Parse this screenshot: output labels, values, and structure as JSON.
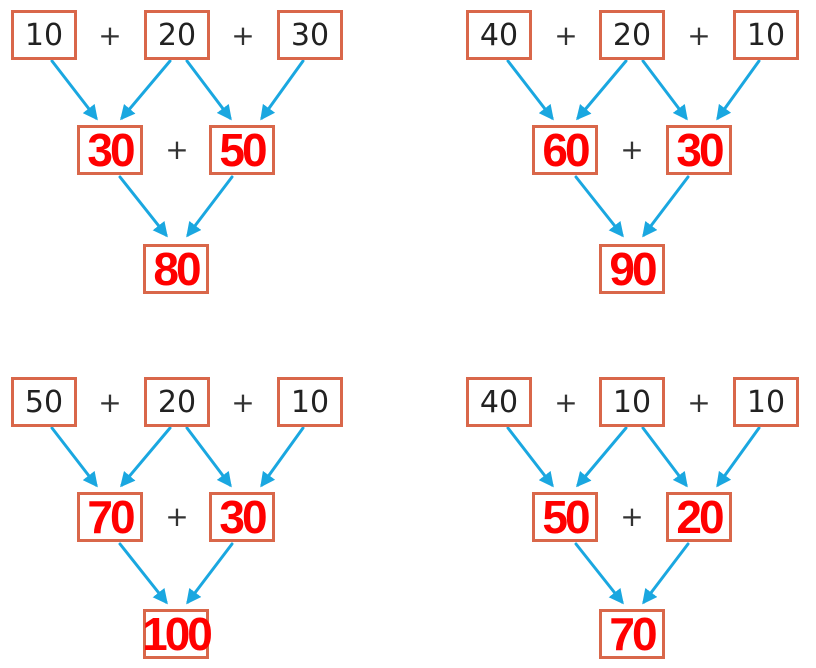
{
  "operator": "+",
  "colors": {
    "box_border": "#d9674a",
    "answer": "#ff0000",
    "arrow": "#1aa7e0"
  },
  "problems": [
    {
      "inputs": [
        "10",
        "20",
        "30"
      ],
      "partials": [
        "30",
        "50"
      ],
      "result": "80"
    },
    {
      "inputs": [
        "40",
        "20",
        "10"
      ],
      "partials": [
        "60",
        "30"
      ],
      "result": "90"
    },
    {
      "inputs": [
        "50",
        "20",
        "10"
      ],
      "partials": [
        "70",
        "30"
      ],
      "result": "100"
    },
    {
      "inputs": [
        "40",
        "10",
        "10"
      ],
      "partials": [
        "50",
        "20"
      ],
      "result": "70"
    }
  ]
}
